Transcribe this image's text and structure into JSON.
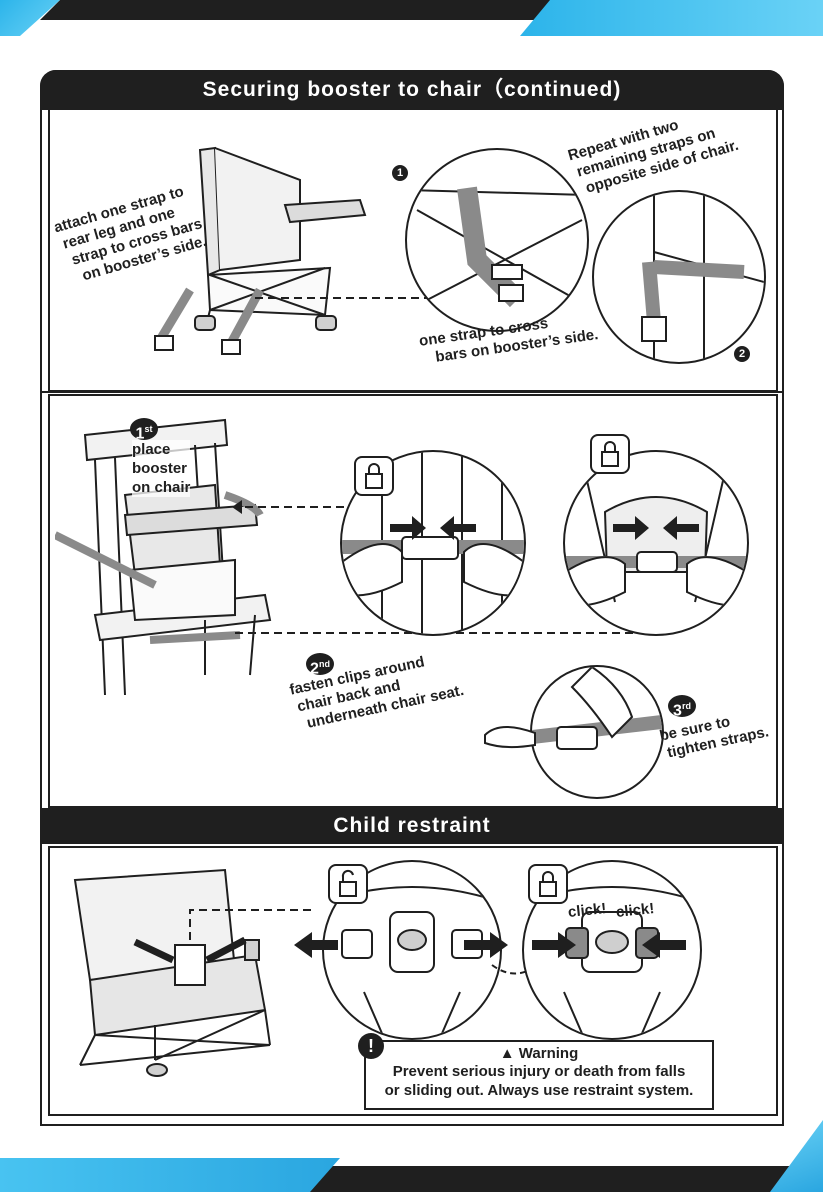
{
  "section1": {
    "title": "Securing booster to chair（continued)",
    "left_caption": [
      "attach one strap to",
      "rear leg and one",
      "strap to cross bars",
      "on booster’s side."
    ],
    "step1_number": "1",
    "step1_caption": [
      "one strap to cross",
      "bars on booster’s side."
    ],
    "step2_number": "2",
    "right_caption": [
      "Repeat with two",
      "remaining straps on",
      "opposite side of chair."
    ]
  },
  "section2": {
    "step1_badge": "1",
    "step1_suffix": "st",
    "step1_caption": [
      "place",
      "booster",
      "on chair"
    ],
    "step2_badge": "2",
    "step2_suffix": "nd",
    "step2_caption": [
      "fasten clips around",
      "chair back and",
      "underneath chair seat."
    ],
    "step3_badge": "3",
    "step3_suffix": "rd",
    "step3_caption": [
      "be sure to",
      "tighten straps."
    ]
  },
  "section3": {
    "title": "Child restraint",
    "click_left": "click!",
    "click_right": "click!",
    "warning": {
      "heading": "Warning",
      "line1": "Prevent serious injury or death from falls",
      "line2": "or sliding out. Always use restraint system."
    }
  },
  "icons": [
    "lock-closed-icon",
    "lock-open-icon",
    "warning-triangle-icon",
    "exclamation-icon"
  ]
}
